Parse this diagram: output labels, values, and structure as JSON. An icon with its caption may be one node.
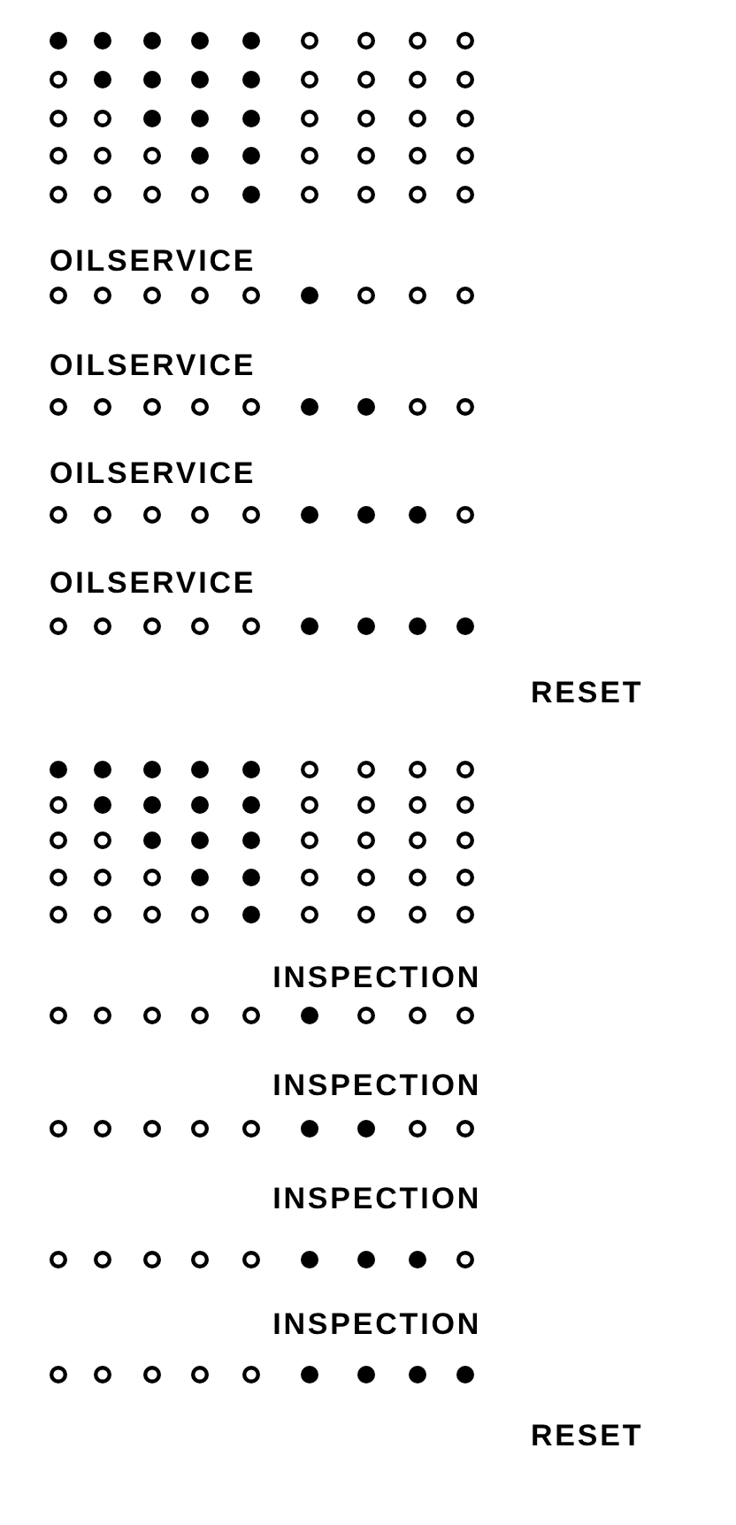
{
  "diagram": {
    "labels": [
      "OILSERVICE",
      "OILSERVICE",
      "OILSERVICE",
      "OILSERVICE",
      "RESET",
      "INSPECTION",
      "INSPECTION",
      "INSPECTION",
      "INSPECTION",
      "RESET"
    ]
  }
}
